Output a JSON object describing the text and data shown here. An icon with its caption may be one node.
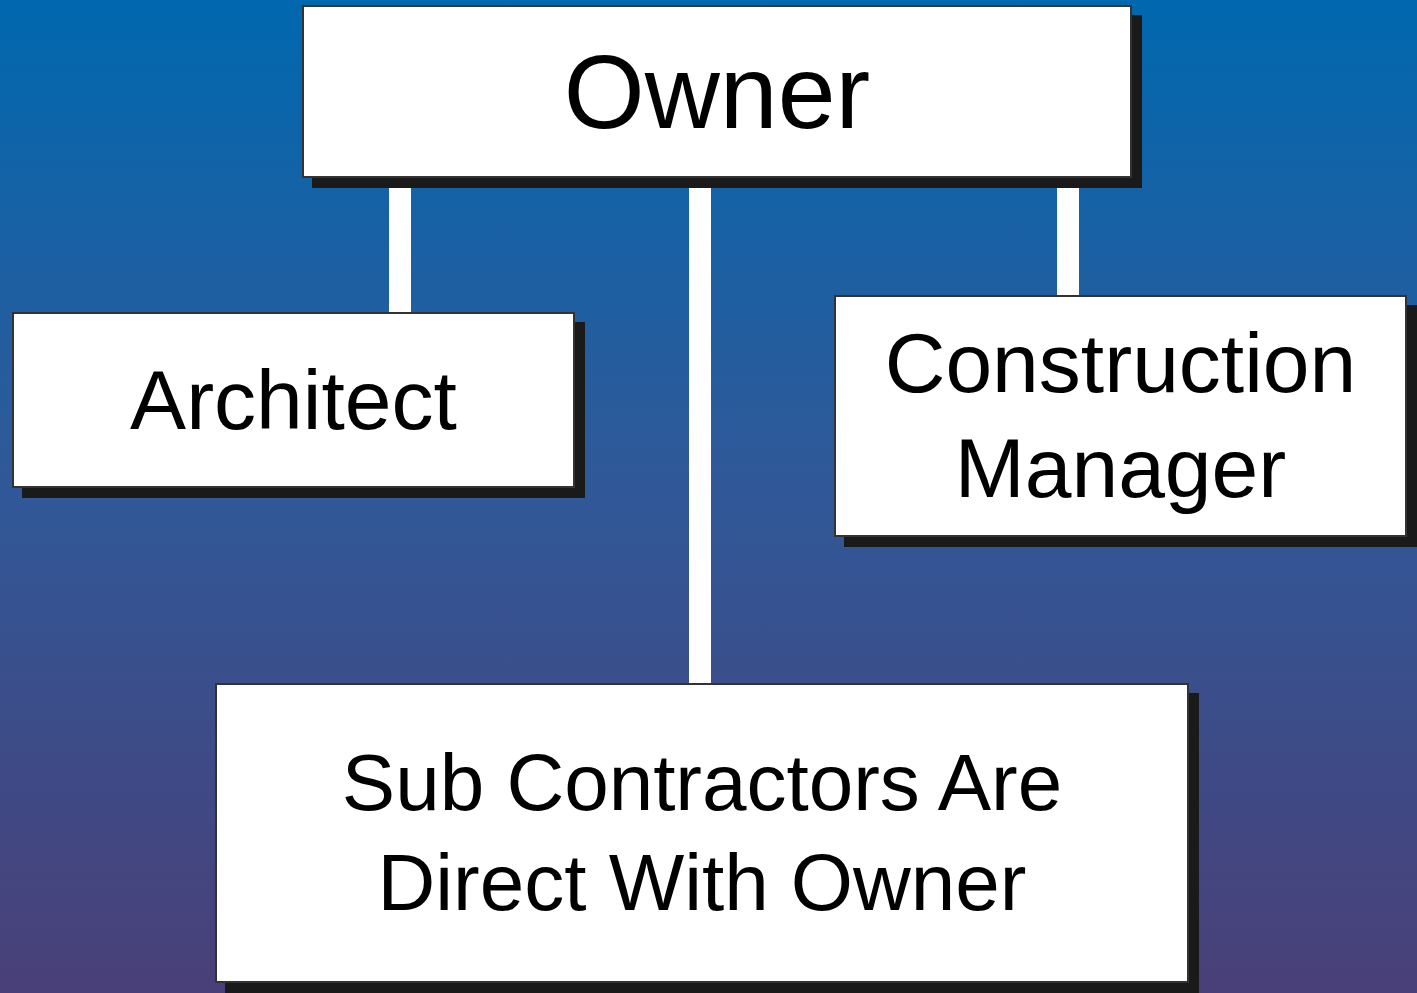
{
  "diagram": {
    "nodes": [
      {
        "text": [
          "Owner"
        ]
      },
      {
        "text": [
          "Architect"
        ]
      },
      {
        "text": [
          "Construction Manager"
        ]
      },
      {
        "text": [
          "Sub Contractors Are Direct With Owner"
        ]
      }
    ],
    "edges": [
      {
        "from": 0,
        "to": 1,
        "arrow": "none"
      },
      {
        "from": 0,
        "to": 3,
        "arrow": "none"
      },
      {
        "from": 0,
        "to": 2,
        "arrow": "none"
      }
    ]
  }
}
